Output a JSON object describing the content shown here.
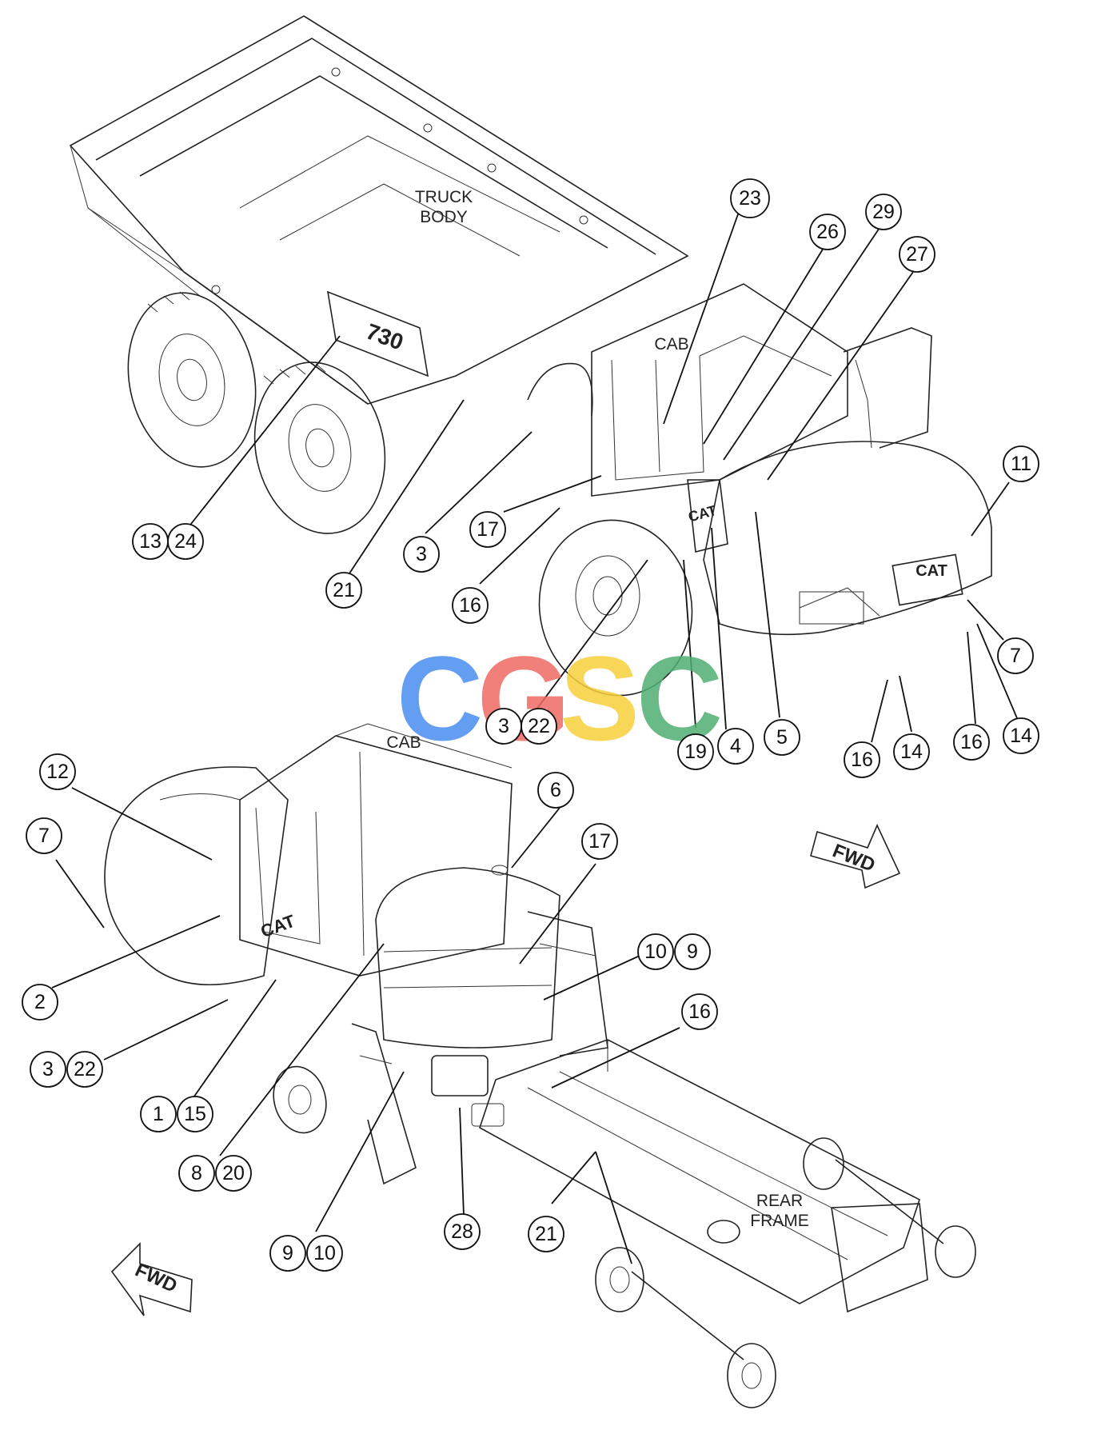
{
  "labels": {
    "truck_body_line1": "TRUCK",
    "truck_body_line2": "BODY",
    "cab_top": "CAB",
    "cab_bottom": "CAB",
    "rear_frame_line1": "REAR",
    "rear_frame_line2": "FRAME",
    "model_plate": "730",
    "fwd_top": "FWD",
    "fwd_bottom": "FWD",
    "watermark": "CGSC"
  },
  "brand_colors": {
    "watermark_blue": "#4a8ef0",
    "watermark_red": "#ef6a64",
    "watermark_yellow": "#f7cf3c",
    "watermark_green": "#4fae73"
  },
  "callouts": {
    "c23": "23",
    "c26": "26",
    "c29": "29",
    "c27": "27",
    "c11": "11",
    "c13": "13",
    "c24": "24",
    "c21a": "21",
    "c3a": "3",
    "c17a": "17",
    "c16a": "16",
    "c7a": "7",
    "c3b": "3",
    "c22a": "22",
    "c19": "19",
    "c4": "4",
    "c5": "5",
    "c16b": "16",
    "c14a": "14",
    "c16c": "16",
    "c14b": "14",
    "c12": "12",
    "c6": "6",
    "c7b": "7",
    "c17b": "17",
    "c10a": "10",
    "c9a": "9",
    "c16d": "16",
    "c2": "2",
    "c3c": "3",
    "c22b": "22",
    "c1": "1",
    "c15": "15",
    "c8": "8",
    "c20": "20",
    "c28": "28",
    "c21b": "21",
    "c9b": "9",
    "c10b": "10"
  }
}
